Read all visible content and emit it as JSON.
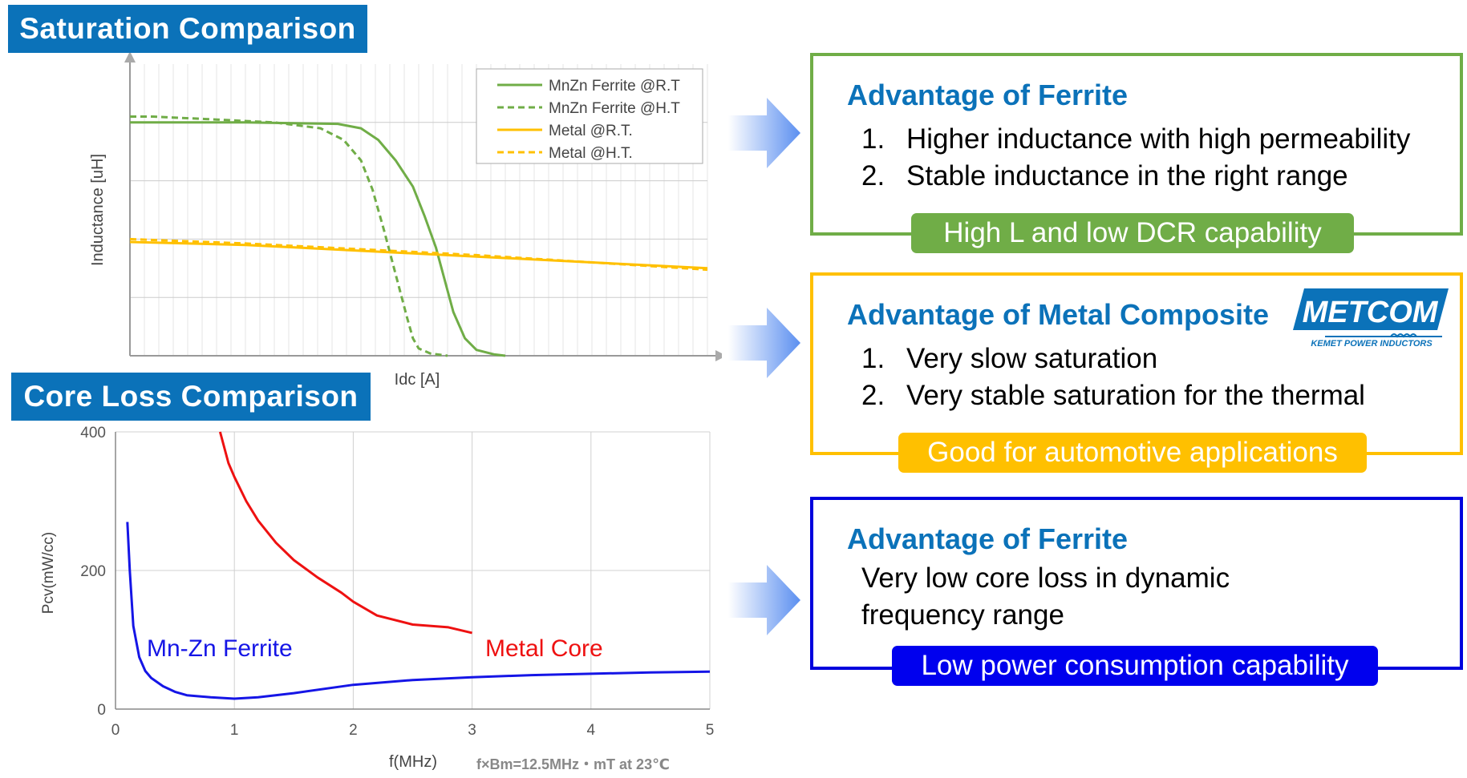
{
  "saturation": {
    "title": "Saturation Comparison",
    "xlabel": "Idc [A]",
    "ylabel": "Inductance [uH]",
    "legend": [
      {
        "name": "MnZn Ferrite @R.T",
        "color": "#70ad47",
        "dash": false
      },
      {
        "name": "MnZn Ferrite @H.T",
        "color": "#70ad47",
        "dash": true
      },
      {
        "name": "Metal @R.T.",
        "color": "#ffc000",
        "dash": false
      },
      {
        "name": "Metal @H.T.",
        "color": "#ffc000",
        "dash": true
      }
    ]
  },
  "coreloss": {
    "title": "Core Loss Comparison",
    "xlabel": "f(MHz)",
    "ylabel": "Pcv(mW/cc)",
    "note": "f×Bm=12.5MHz・mT at 23℃",
    "xticks": [
      "0",
      "1",
      "2",
      "3",
      "4",
      "5"
    ],
    "yticks": [
      "0",
      "200",
      "400"
    ],
    "label_ferrite": "Mn-Zn  Ferrite",
    "label_metal": "Metal  Core"
  },
  "chart_data": [
    {
      "type": "line",
      "title": "Saturation Comparison",
      "xlabel": "Idc [A]",
      "ylabel": "Inductance [uH]",
      "x_normalized_note": "",
      "series": [
        {
          "name": "MnZn Ferrite @R.T",
          "color": "#70ad47",
          "dash": false,
          "x": [
            0,
            0.2,
            0.36,
            0.4,
            0.43,
            0.46,
            0.49,
            0.51,
            0.53,
            0.545,
            0.56,
            0.58,
            0.6,
            0.63,
            0.65
          ],
          "y": [
            0.8,
            0.8,
            0.795,
            0.78,
            0.74,
            0.67,
            0.58,
            0.48,
            0.37,
            0.26,
            0.15,
            0.06,
            0.02,
            0.005,
            0
          ]
        },
        {
          "name": "MnZn Ferrite @H.T",
          "color": "#70ad47",
          "dash": true,
          "x": [
            0,
            0.04,
            0.15,
            0.25,
            0.33,
            0.37,
            0.4,
            0.42,
            0.44,
            0.46,
            0.48,
            0.49,
            0.5,
            0.52,
            0.55
          ],
          "y": [
            0.82,
            0.82,
            0.81,
            0.8,
            0.78,
            0.74,
            0.67,
            0.57,
            0.43,
            0.28,
            0.13,
            0.06,
            0.025,
            0.008,
            0
          ]
        },
        {
          "name": "Metal @R.T.",
          "color": "#ffc000",
          "dash": false,
          "x": [
            0,
            0.2,
            0.4,
            0.6,
            0.8,
            1.0
          ],
          "y": [
            0.39,
            0.38,
            0.36,
            0.34,
            0.32,
            0.3
          ]
        },
        {
          "name": "Metal @H.T.",
          "color": "#ffc000",
          "dash": true,
          "x": [
            0,
            0.2,
            0.4,
            0.6,
            0.8,
            1.0
          ],
          "y": [
            0.4,
            0.385,
            0.365,
            0.345,
            0.32,
            0.295
          ]
        }
      ],
      "xlim": [
        0,
        1
      ],
      "ylim": [
        0,
        1
      ],
      "grid": true,
      "legend": "top-right"
    },
    {
      "type": "line",
      "title": "Core Loss Comparison",
      "xlabel": "f(MHz)",
      "ylabel": "Pcv(mW/cc)",
      "xlim": [
        0,
        5
      ],
      "ylim": [
        0,
        400
      ],
      "series": [
        {
          "name": "Mn-Zn  Ferrite",
          "color": "#1515e6",
          "x": [
            0.1,
            0.12,
            0.15,
            0.2,
            0.25,
            0.3,
            0.4,
            0.5,
            0.6,
            0.8,
            1.0,
            1.2,
            1.5,
            2.0,
            2.5,
            3.0,
            3.5,
            4.0,
            4.5,
            5.0
          ],
          "y": [
            270,
            200,
            120,
            75,
            55,
            45,
            33,
            25,
            20,
            17,
            15,
            17,
            23,
            35,
            42,
            46,
            49,
            51,
            53,
            54
          ]
        },
        {
          "name": "Metal  Core",
          "color": "#ee1111",
          "x": [
            0.88,
            0.95,
            1.0,
            1.1,
            1.2,
            1.35,
            1.5,
            1.7,
            1.9,
            2.0,
            2.2,
            2.5,
            2.8,
            3.0
          ],
          "y": [
            400,
            355,
            335,
            300,
            272,
            240,
            215,
            190,
            168,
            155,
            135,
            122,
            118,
            110
          ]
        }
      ],
      "grid": true
    }
  ],
  "boxes": [
    {
      "title": "Advantage of Ferrite",
      "lines": [
        {
          "num": "1.",
          "text": "Higher inductance with high permeability"
        },
        {
          "num": "2.",
          "text": "Stable inductance in the right range"
        }
      ],
      "banner": "High L and low DCR capability",
      "border_color": "#70ad47",
      "banner_color": "#70ad47"
    },
    {
      "title": "Advantage of Metal Composite",
      "lines": [
        {
          "num": "1.",
          "text": "Very slow saturation"
        },
        {
          "num": "2.",
          "text": "Very stable saturation for the thermal"
        }
      ],
      "banner": "Good for automotive applications",
      "border_color": "#ffc000",
      "banner_color": "#ffc000",
      "logo_text": "METCOM",
      "logo_sub": "KEMET POWER INDUCTORS"
    },
    {
      "title": "Advantage of Ferrite",
      "lines": [
        {
          "num": "",
          "text": "Very low core loss in dynamic"
        },
        {
          "num": "",
          "text": "frequency range"
        }
      ],
      "banner": "Low power consumption capability",
      "border_color": "#0000dd",
      "banner_color": "#0000ee"
    }
  ]
}
